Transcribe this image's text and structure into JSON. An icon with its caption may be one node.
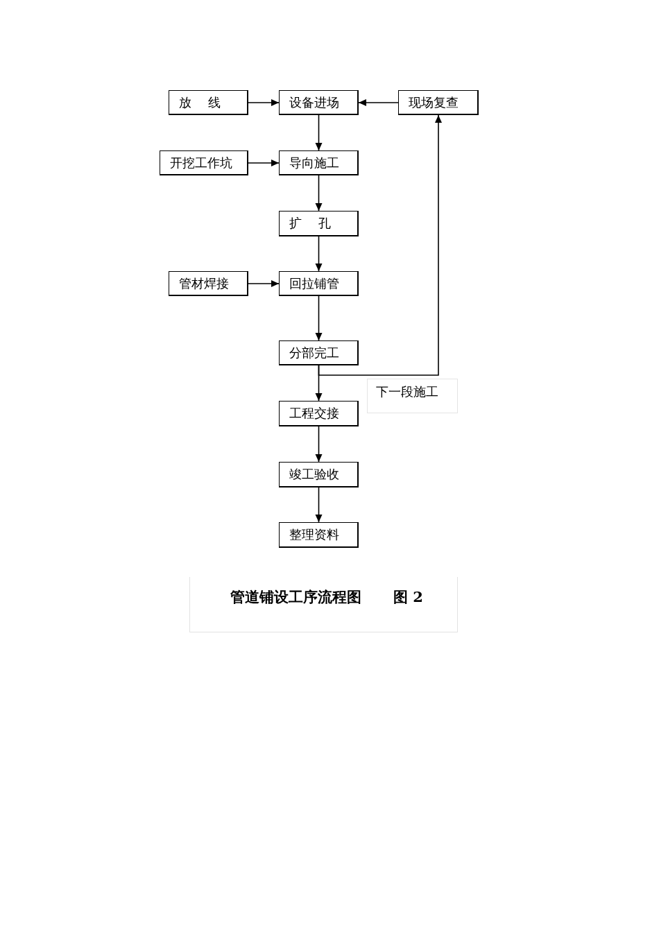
{
  "diagram": {
    "caption": "管道铺设工序流程图",
    "nodes": [
      {
        "text": [
          "放 线"
        ]
      },
      {
        "text": [
          "设备进场"
        ]
      },
      {
        "text": [
          "现场复查"
        ]
      },
      {
        "text": [
          "开挖工作坑"
        ]
      },
      {
        "text": [
          "导向施工"
        ]
      },
      {
        "text": [
          "扩 孔"
        ]
      },
      {
        "text": [
          "管材焊接"
        ]
      },
      {
        "text": [
          "回拉铺管"
        ]
      },
      {
        "text": [
          "分部完工"
        ]
      },
      {
        "text": [
          "工程交接"
        ]
      },
      {
        "text": [
          "竣工验收"
        ]
      },
      {
        "text": [
          "整理资料"
        ]
      }
    ],
    "edges": [
      {
        "from": 0,
        "to": 1,
        "arrow": "to"
      },
      {
        "from": 2,
        "to": 1,
        "arrow": "to"
      },
      {
        "from": 1,
        "to": 4,
        "arrow": "to"
      },
      {
        "from": 3,
        "to": 4,
        "arrow": "to"
      },
      {
        "from": 4,
        "to": 5,
        "arrow": "to"
      },
      {
        "from": 6,
        "to": 7,
        "arrow": "to"
      },
      {
        "from": 5,
        "to": 7,
        "arrow": "to"
      },
      {
        "from": 7,
        "to": 8,
        "arrow": "to"
      },
      {
        "from": 8,
        "to": 2,
        "arrow": "to",
        "label": "下一段施工"
      },
      {
        "from": 8,
        "to": 9,
        "arrow": "to"
      },
      {
        "from": 9,
        "to": 10,
        "arrow": "to"
      },
      {
        "from": 10,
        "to": 11,
        "arrow": "to"
      }
    ],
    "labels": [
      "图 2"
    ]
  }
}
